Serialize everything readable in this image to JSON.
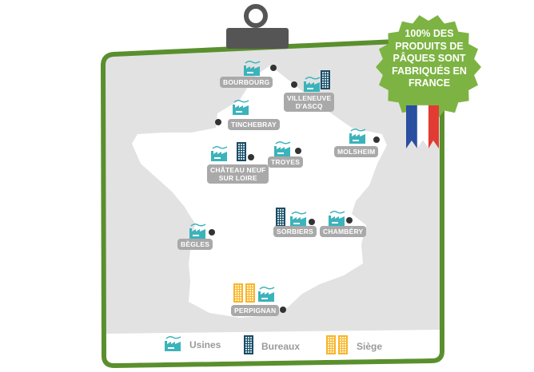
{
  "badge": {
    "lines": [
      "100% DES",
      "PRODUITS DE",
      "PÂQUES SONT",
      "FABRIQUÉS EN",
      "FRANCE"
    ]
  },
  "colors": {
    "board_border": "#5a8f2e",
    "board_fill": "#e2e2e2",
    "france": "#ffffff",
    "usine": "#3bb3bb",
    "bureau": "#1f4b63",
    "siege": "#f7b52c",
    "badge": "#7db343",
    "label_bg": "#a9a9a9"
  },
  "cities": [
    {
      "id": "bourbourg",
      "lines": [
        "BOURBOURG"
      ],
      "icons": [
        "usine"
      ]
    },
    {
      "id": "villeneuve",
      "lines": [
        "VILLENEUVE",
        "D'ASCQ"
      ],
      "icons": [
        "usine",
        "bureau"
      ]
    },
    {
      "id": "tinchebray",
      "lines": [
        "TINCHEBRAY"
      ],
      "icons": [
        "usine"
      ]
    },
    {
      "id": "chateauneuf",
      "lines": [
        "CHÂTEAU NEUF",
        "SUR LOIRE"
      ],
      "icons": [
        "usine",
        "bureau"
      ]
    },
    {
      "id": "troyes",
      "lines": [
        "TROYES"
      ],
      "icons": [
        "usine"
      ]
    },
    {
      "id": "molsheim",
      "lines": [
        "MOLSHEIM"
      ],
      "icons": [
        "usine"
      ]
    },
    {
      "id": "sorbiers",
      "lines": [
        "SORBIERS"
      ],
      "icons": [
        "bureau",
        "usine"
      ]
    },
    {
      "id": "chambery",
      "lines": [
        "CHAMBÉRY"
      ],
      "icons": [
        "usine"
      ]
    },
    {
      "id": "begles",
      "lines": [
        "BÈGLES"
      ],
      "icons": [
        "usine"
      ]
    },
    {
      "id": "perpignan",
      "lines": [
        "PERPIGNAN"
      ],
      "icons": [
        "siege",
        "usine"
      ]
    }
  ],
  "legend": [
    {
      "type": "usine",
      "label": "Usines"
    },
    {
      "type": "bureau",
      "label": "Bureaux"
    },
    {
      "type": "siege",
      "label": "Siège"
    }
  ]
}
